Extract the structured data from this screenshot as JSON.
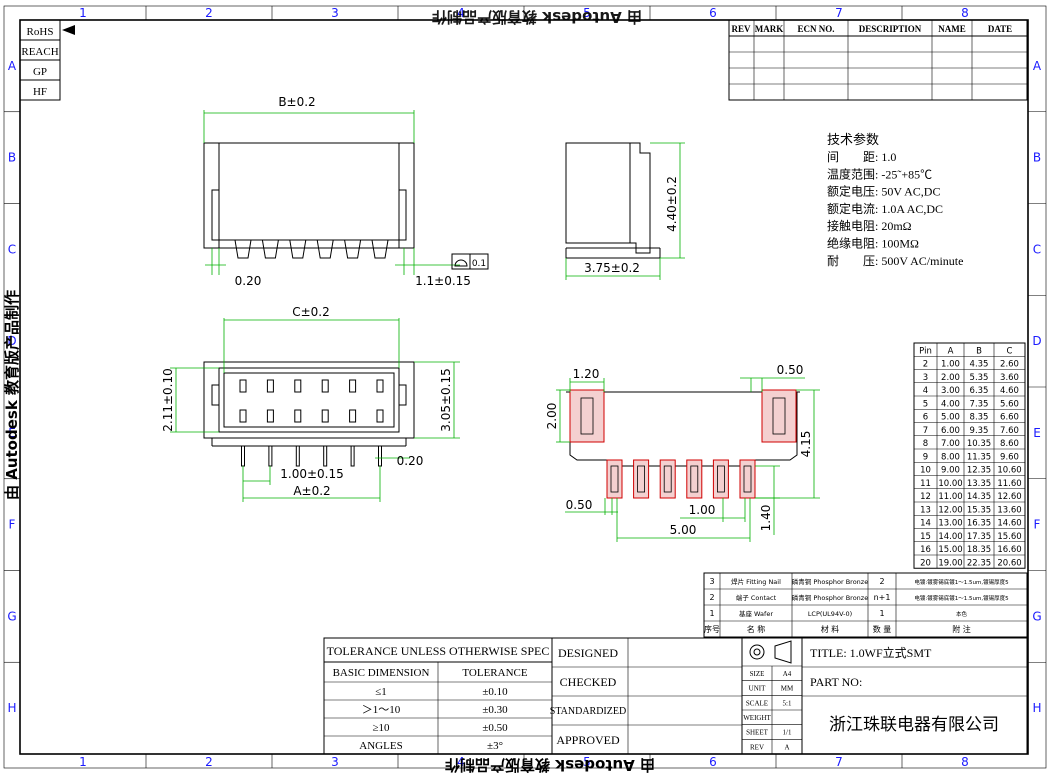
{
  "frame": {
    "col_labels": [
      "1",
      "2",
      "3",
      "4",
      "5",
      "6",
      "7",
      "8"
    ],
    "row_labels": [
      "A",
      "B",
      "C",
      "D",
      "E",
      "F",
      "G",
      "H"
    ]
  },
  "watermark": {
    "left": "由 Autodesk 教育版产品制作",
    "bottom": "由 Autodesk 教育版产品制作"
  },
  "compliance": [
    "RoHS",
    "REACH",
    "GP",
    "HF"
  ],
  "revision": {
    "headers": [
      "REV",
      "MARK",
      "ECN NO.",
      "DESCRIPTION",
      "NAME",
      "DATE"
    ]
  },
  "dims": {
    "b": "B±0.2",
    "c": "C±0.2",
    "a": "A±0.2",
    "w020a": "0.20",
    "w020b": "0.20",
    "d11": "1.1±0.15",
    "flat": "0.1",
    "h44": "4.40±0.2",
    "d375": "3.75±0.2",
    "h211": "2.11±0.10",
    "h305": "3.05±0.15",
    "pitch": "1.00±0.15",
    "p120": "1.20",
    "p050a": "0.50",
    "p200": "2.00",
    "p415": "4.15",
    "p050b": "0.50",
    "p100": "1.00",
    "p500": "5.00",
    "p140": "1.40"
  },
  "specs": {
    "title": "技术参数",
    "lines": [
      "间　　距: 1.0",
      "温度范围: -25˜+85℃",
      "额定电压: 50V AC,DC",
      "额定电流: 1.0A AC,DC",
      "接触电阻: 20mΩ",
      "绝缘电阻: 100MΩ",
      "耐　　压: 500V AC/minute"
    ]
  },
  "pin_table": {
    "headers": [
      "Pin",
      "A",
      "B",
      "C"
    ],
    "rows": [
      [
        "2",
        "1.00",
        "4.35",
        "2.60"
      ],
      [
        "3",
        "2.00",
        "5.35",
        "3.60"
      ],
      [
        "4",
        "3.00",
        "6.35",
        "4.60"
      ],
      [
        "5",
        "4.00",
        "7.35",
        "5.60"
      ],
      [
        "6",
        "5.00",
        "8.35",
        "6.60"
      ],
      [
        "7",
        "6.00",
        "9.35",
        "7.60"
      ],
      [
        "8",
        "7.00",
        "10.35",
        "8.60"
      ],
      [
        "9",
        "8.00",
        "11.35",
        "9.60"
      ],
      [
        "10",
        "9.00",
        "12.35",
        "10.60"
      ],
      [
        "11",
        "10.00",
        "13.35",
        "11.60"
      ],
      [
        "12",
        "11.00",
        "14.35",
        "12.60"
      ],
      [
        "13",
        "12.00",
        "15.35",
        "13.60"
      ],
      [
        "14",
        "13.00",
        "16.35",
        "14.60"
      ],
      [
        "15",
        "14.00",
        "17.35",
        "15.60"
      ],
      [
        "16",
        "15.00",
        "18.35",
        "16.60"
      ],
      [
        "20",
        "19.00",
        "22.35",
        "20.60"
      ]
    ]
  },
  "bom": {
    "rows": [
      [
        "3",
        "焊片 Fitting Nail",
        "磷青铜 Phosphor Bronze",
        "2",
        "电镀:镀雾锡底镀1～1.5um,镀锡厚度5"
      ],
      [
        "2",
        "端子 Contact",
        "磷青铜 Phosphor Bronze",
        "n+1",
        "电镀:镀雾锡底镀1～1.5um,镀锡厚度5"
      ],
      [
        "1",
        "基座 Wafer",
        "LCP(UL94V-0)",
        "1",
        "本色"
      ]
    ],
    "headers": [
      "序号",
      "名 称",
      "材 料",
      "数 量",
      "附 注"
    ]
  },
  "tolerance": {
    "header": "TOLERANCE UNLESS OTHERWISE SPEC",
    "col1": "BASIC DIMENSION",
    "col2": "TOLERANCE",
    "rows": [
      [
        "≤1",
        "±0.10"
      ],
      [
        "＞1～10",
        "±0.30"
      ],
      [
        "≥10",
        "±0.50"
      ],
      [
        "ANGLES",
        "±3°"
      ]
    ]
  },
  "approval": [
    "DESIGNED",
    "CHECKED",
    "STANDARDIZED",
    "APPROVED"
  ],
  "info": {
    "labels": [
      "SIZE",
      "UNIT",
      "SCALE",
      "WEIGHT",
      "SHEET",
      "REV"
    ],
    "values": [
      "A4",
      "MM",
      "5:1",
      "",
      "1/1",
      "A"
    ]
  },
  "title_block": {
    "title": "TITLE: 1.0WF立式SMT",
    "part_no": "PART NO:",
    "company": "浙江珠联电器有限公司"
  }
}
